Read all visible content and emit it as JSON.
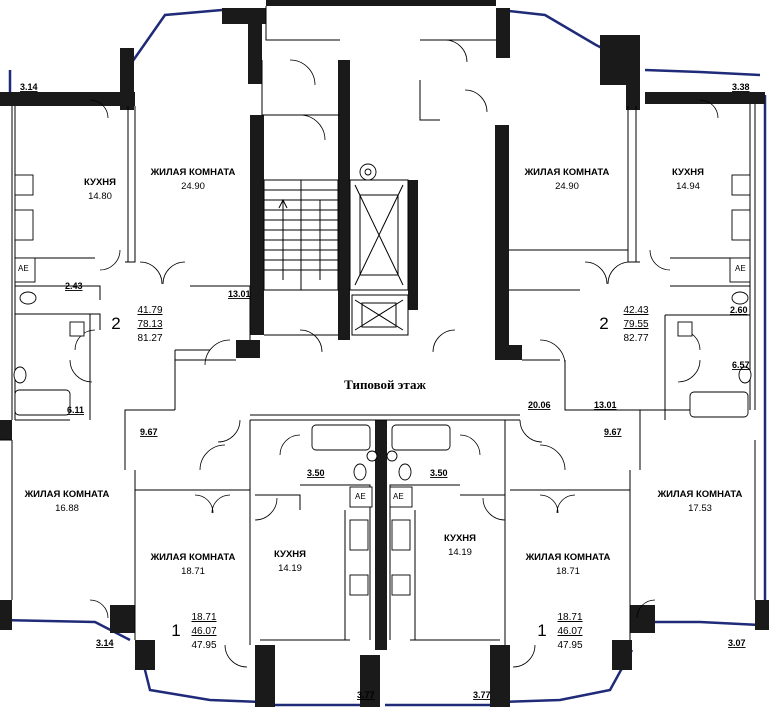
{
  "floor_label": "Типовой этаж",
  "rooms": {
    "kitchen_tl": {
      "name": "КУХНЯ",
      "area": "14.80"
    },
    "living_tl": {
      "name": "ЖИЛАЯ КОМНАТА",
      "area": "24.90"
    },
    "living_tr": {
      "name": "ЖИЛАЯ КОМНАТА",
      "area": "24.90"
    },
    "kitchen_tr": {
      "name": "КУХНЯ",
      "area": "14.94"
    },
    "living_ml": {
      "name": "ЖИЛАЯ КОМНАТА",
      "area": "16.88"
    },
    "living_mr": {
      "name": "ЖИЛАЯ КОМНАТА",
      "area": "17.53"
    },
    "living_bl": {
      "name": "ЖИЛАЯ КОМНАТА",
      "area": "18.71"
    },
    "kitchen_bl": {
      "name": "КУХНЯ",
      "area": "14.19"
    },
    "kitchen_br": {
      "name": "КУХНЯ",
      "area": "14.19"
    },
    "living_br": {
      "name": "ЖИЛАЯ КОМНАТА",
      "area": "18.71"
    }
  },
  "apartments": {
    "left": {
      "rooms": "2",
      "living": "41.79",
      "total": "78.13",
      "total_with_balcony": "81.27"
    },
    "right": {
      "rooms": "2",
      "living": "42.43",
      "total": "79.55",
      "total_with_balcony": "82.77"
    },
    "bottom_left": {
      "rooms": "1",
      "living": "18.71",
      "total": "46.07",
      "total_with_balcony": "47.95"
    },
    "bottom_right": {
      "rooms": "1",
      "living": "18.71",
      "total": "46.07",
      "total_with_balcony": "47.95"
    }
  },
  "dimensions": {
    "balcony_tl": "3.14",
    "balcony_tr": "3.38",
    "hall_l": "13.01",
    "bath_l": "2.43",
    "wc_l": "6.11",
    "bath_r": "2.60",
    "wc_r": "6.57",
    "corridor": "20.06",
    "hall_r": "13.01",
    "hall_ml": "9.67",
    "hall_mr": "9.67",
    "bath_ml": "3.50",
    "bath_mr": "3.50",
    "balcony_ml": "3.14",
    "balcony_mr": "3.07",
    "balcony_bl": "3.77",
    "balcony_br": "3.77"
  },
  "fixture_labels": {
    "boiler": "АЕ"
  }
}
